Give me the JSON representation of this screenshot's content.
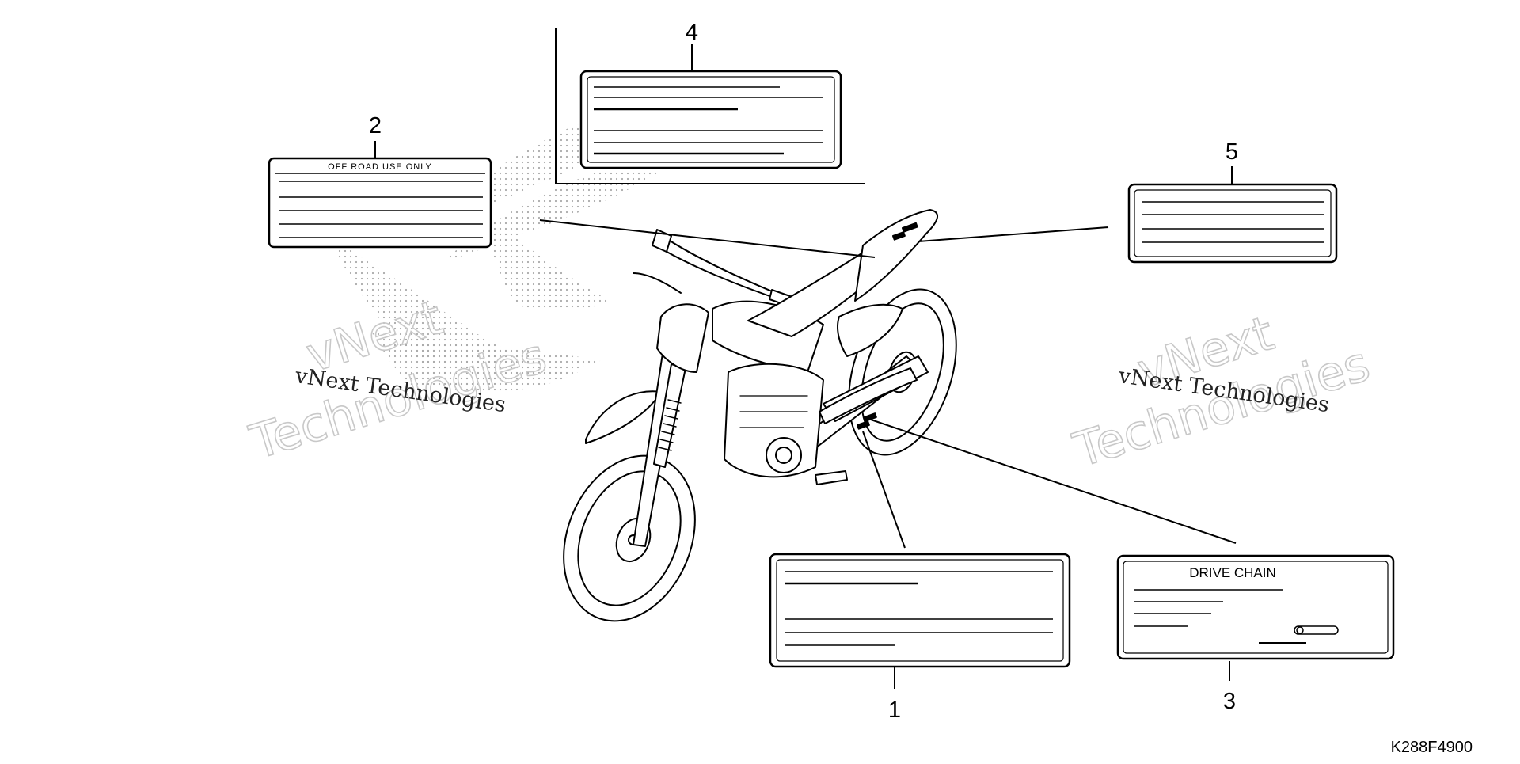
{
  "diagram": {
    "code": "K288F4900",
    "labels": [
      {
        "callout": "1",
        "text": ""
      },
      {
        "callout": "2",
        "text": "OFF ROAD USE ONLY"
      },
      {
        "callout": "3",
        "text": "DRIVE CHAIN"
      },
      {
        "callout": "4",
        "text": ""
      },
      {
        "callout": "5",
        "text": ""
      }
    ]
  },
  "watermark": {
    "line_small": "vNext Technologies",
    "line_big_1": "vNext",
    "line_big_2": "Technologies"
  },
  "colors": {
    "ink": "#000000",
    "watermark": "#c8c8c8",
    "dots": "#9a9a9a"
  }
}
